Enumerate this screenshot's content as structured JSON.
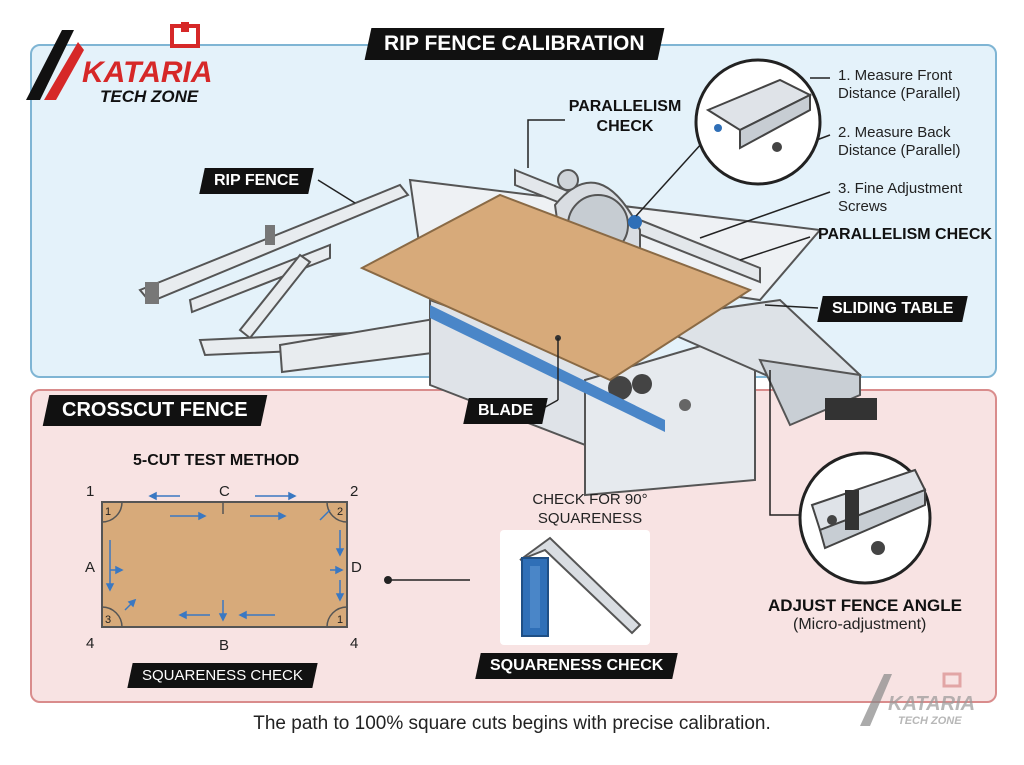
{
  "logo": {
    "brand_line1": "KATARIA",
    "brand_line2": "TECH ZONE",
    "accent": "#d62828"
  },
  "rip_section": {
    "title": "RIP FENCE CALIBRATION",
    "labels": {
      "rip_fence": "RIP FENCE",
      "parallelism_check_top": "PARALLELISM CHECK",
      "parallelism_check_right": "PARALLELISM CHECK",
      "sliding_table": "SLIDING TABLE",
      "blade": "BLADE"
    },
    "steps": [
      "1. Measure Front Distance (Parallel)",
      "2. Measure Back Distance (Parallel)",
      "3. Fine Adjustment Screws"
    ]
  },
  "crosscut_section": {
    "title": "CROSSCUT FENCE",
    "method_title": "5-CUT TEST METHOD",
    "corners": [
      "1",
      "2",
      "4",
      "4"
    ],
    "edges": {
      "top": "C",
      "bottom": "B",
      "left": "A",
      "right": "D"
    },
    "inner_corners": [
      "1",
      "2",
      "3",
      "1"
    ],
    "squareness_check_left": "SQUARENESS CHECK",
    "check_caption": "CHECK FOR 90° SQUARENESS",
    "squareness_check_center": "SQUARENESS CHECK",
    "adjust_title": "ADJUST FENCE ANGLE",
    "adjust_sub": "(Micro-adjustment)"
  },
  "footer": {
    "caption": "The path to 100% square cuts begins with precise calibration."
  },
  "colors": {
    "top_panel": "#e4f2fa",
    "bottom_panel": "#f8e3e3",
    "board": "#d7aa7a",
    "arrow": "#3a78c2"
  }
}
